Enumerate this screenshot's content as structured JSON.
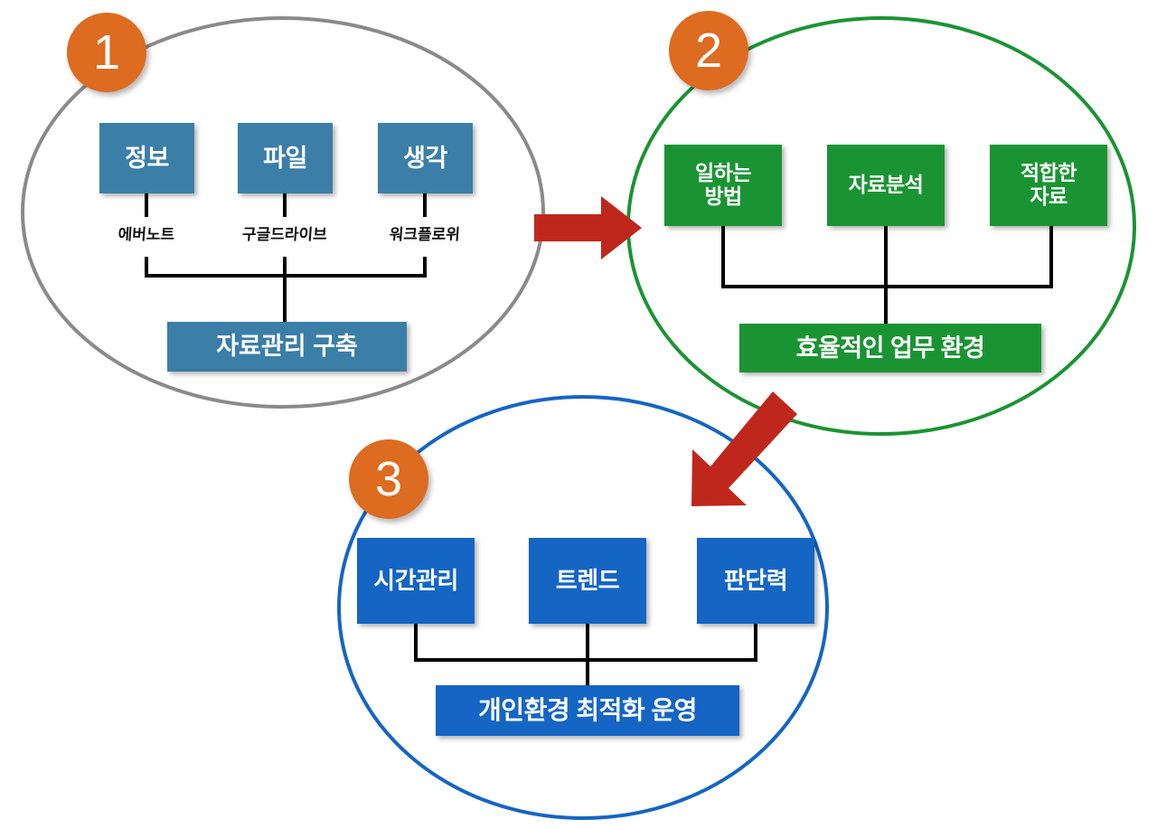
{
  "diagram": {
    "title": "",
    "colors": {
      "group1_circle": "#8a8a8a",
      "group1_box": "#3b7ea8",
      "group2_circle": "#1a9433",
      "group2_box": "#1a9433",
      "group3_circle": "#1565c4",
      "group3_box": "#1565c4",
      "badge": "#dd6b20",
      "arrow": "#c0271c",
      "connector": "#000000",
      "background": "#ffffff"
    },
    "groups": [
      {
        "id": "group-1",
        "badge": "1",
        "circle_color": "#8a8a8a",
        "box_color": "#3b7ea8",
        "nodes": [
          {
            "label": "정보",
            "leaf_label": "에버노트"
          },
          {
            "label": "파일",
            "leaf_label": "구글드라이브"
          },
          {
            "label": "생각",
            "leaf_label": "워크플로위"
          }
        ],
        "result": "자료관리 구축"
      },
      {
        "id": "group-2",
        "badge": "2",
        "circle_color": "#1a9433",
        "box_color": "#1a9433",
        "nodes": [
          {
            "label": "일하는\n방법",
            "line1": "일하는",
            "line2": "방법"
          },
          {
            "label": "자료분석",
            "line1": "자료분석",
            "line2": ""
          },
          {
            "label": "적합한\n자료",
            "line1": "적합한",
            "line2": "자료"
          }
        ],
        "result": "효율적인 업무 환경"
      },
      {
        "id": "group-3",
        "badge": "3",
        "circle_color": "#1565c4",
        "box_color": "#1565c4",
        "nodes": [
          {
            "label": "시간관리"
          },
          {
            "label": "트렌드"
          },
          {
            "label": "판단력"
          }
        ],
        "result": "개인환경 최적화 운영"
      }
    ],
    "arrows": [
      {
        "name": "arrow-group1-to-group2",
        "direction": "right",
        "color": "#c0271c"
      },
      {
        "name": "arrow-group2-to-group3",
        "direction": "down-left",
        "color": "#c0271c"
      }
    ]
  }
}
